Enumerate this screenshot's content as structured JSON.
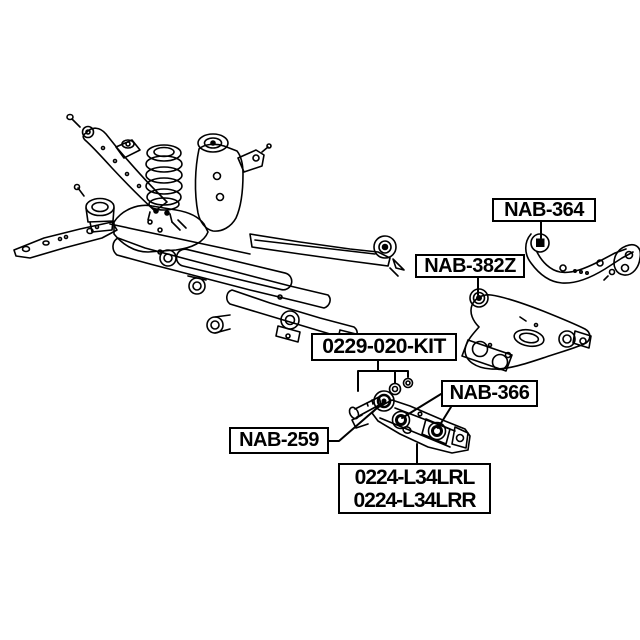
{
  "diagram": {
    "background_color": "#ffffff",
    "line_color": "#000000",
    "labels": {
      "nab364": "NAB-364",
      "nab382z": "NAB-382Z",
      "kit0229": "0229-020-KIT",
      "nab366": "NAB-366",
      "nab259": "NAB-259",
      "l34lrl": "0224-L34LRL",
      "l34lrr": "0224-L34LRR"
    }
  }
}
